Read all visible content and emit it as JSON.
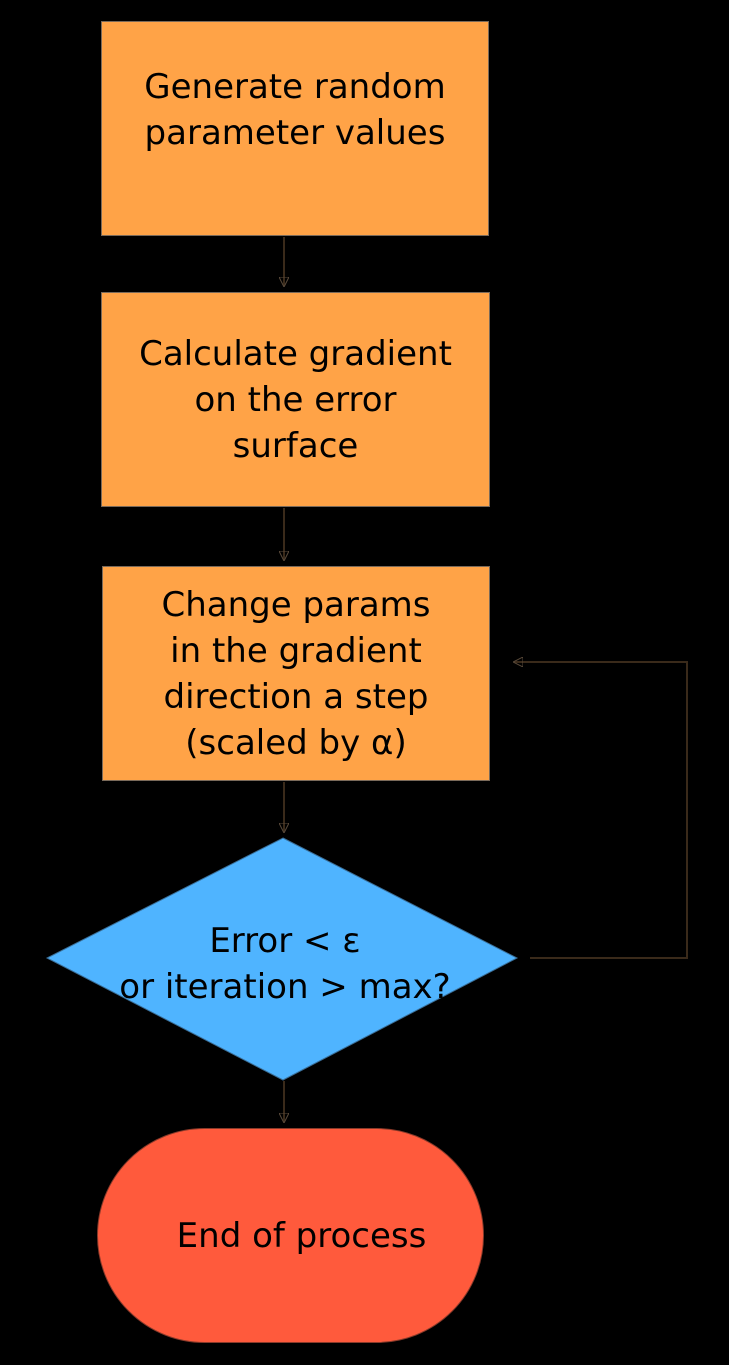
{
  "flowchart": {
    "generate": {
      "label": "Generate random\nparameter values"
    },
    "gradient": {
      "label": "Calculate gradient\non the error\nsurface"
    },
    "change": {
      "label": "Change params\nin the gradient\ndirection a step\n(scaled by α)"
    },
    "decision": {
      "label": "Error < ε\nor iteration > max?"
    },
    "end": {
      "label": "End of process"
    }
  },
  "colors": {
    "background": "#000000",
    "process_fill": "#ffa347",
    "decision_fill": "#4fb4ff",
    "terminal_fill": "#ff5a3c",
    "connector": "#3a2a1a"
  }
}
